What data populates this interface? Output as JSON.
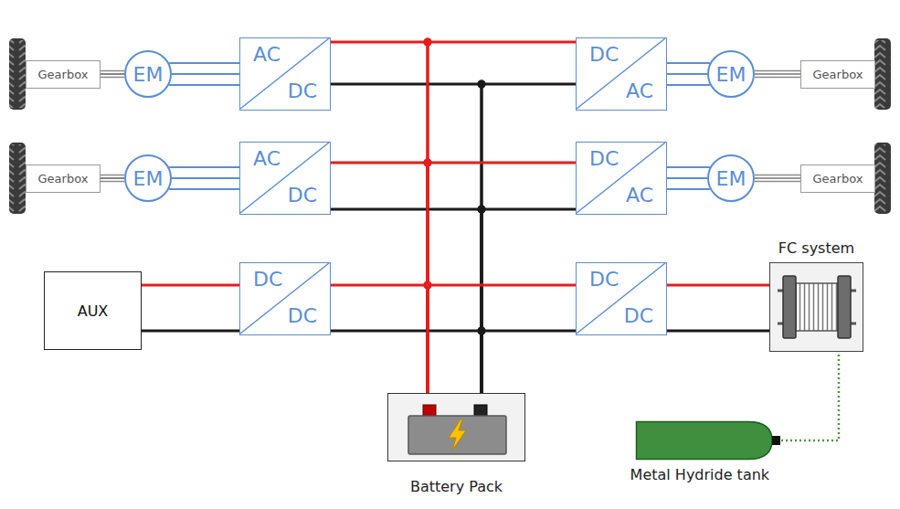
{
  "diagram": {
    "nodes": [
      {
        "text": [
          "Gearbox"
        ]
      },
      {
        "text": [
          "EM"
        ]
      },
      {
        "text": [
          "AC",
          "DC"
        ]
      },
      {
        "text": [
          "DC",
          "AC"
        ]
      },
      {
        "text": [
          "EM"
        ]
      },
      {
        "text": [
          "Gearbox"
        ]
      },
      {
        "text": [
          "Gearbox"
        ]
      },
      {
        "text": [
          "EM"
        ]
      },
      {
        "text": [
          "AC",
          "DC"
        ]
      },
      {
        "text": [
          "DC",
          "AC"
        ]
      },
      {
        "text": [
          "EM"
        ]
      },
      {
        "text": [
          "Gearbox"
        ]
      },
      {
        "text": [
          "AUX"
        ]
      },
      {
        "text": [
          "DC",
          "DC"
        ]
      },
      {
        "text": [
          "DC",
          "DC"
        ]
      },
      {
        "text": [
          "FC system"
        ]
      },
      {
        "text": [
          "Battery Pack"
        ]
      },
      {
        "text": [
          "Metal Hydride tank"
        ]
      }
    ],
    "edges": [
      {
        "from": 0,
        "to": 1,
        "arrow": "none"
      },
      {
        "from": 1,
        "to": 2,
        "arrow": "none"
      },
      {
        "from": 3,
        "to": 4,
        "arrow": "none"
      },
      {
        "from": 4,
        "to": 5,
        "arrow": "none"
      },
      {
        "from": 6,
        "to": 7,
        "arrow": "none"
      },
      {
        "from": 7,
        "to": 8,
        "arrow": "none"
      },
      {
        "from": 9,
        "to": 10,
        "arrow": "none"
      },
      {
        "from": 10,
        "to": 11,
        "arrow": "none"
      },
      {
        "from": 2,
        "to": 16,
        "arrow": "none"
      },
      {
        "from": 3,
        "to": 16,
        "arrow": "none"
      },
      {
        "from": 8,
        "to": 16,
        "arrow": "none"
      },
      {
        "from": 9,
        "to": 16,
        "arrow": "none"
      },
      {
        "from": 13,
        "to": 16,
        "arrow": "none"
      },
      {
        "from": 14,
        "to": 16,
        "arrow": "none"
      },
      {
        "from": 12,
        "to": 13,
        "arrow": "none"
      },
      {
        "from": 14,
        "to": 15,
        "arrow": "none"
      },
      {
        "from": 15,
        "to": 17,
        "arrow": "none"
      }
    ]
  }
}
